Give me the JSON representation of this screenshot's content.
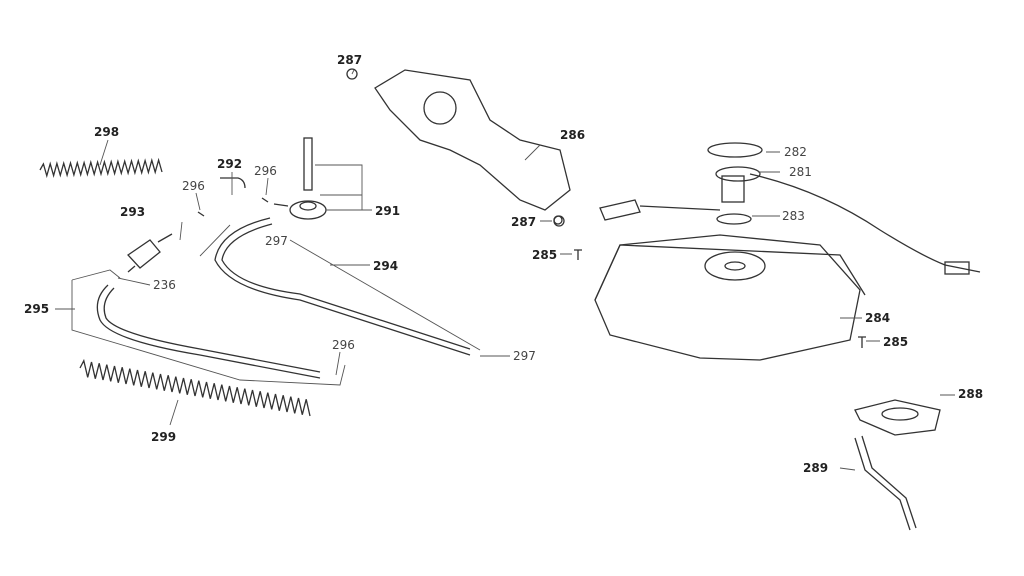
{
  "diagram": {
    "labels": {
      "l287a": "287",
      "l286": "286",
      "l282": "282",
      "l281": "281",
      "l283": "283",
      "l287b": "287",
      "l285a": "285",
      "l284": "284",
      "l285b": "285",
      "l288": "288",
      "l289": "289",
      "l298": "298",
      "l292": "292",
      "l296a": "296",
      "l296b": "296",
      "l293": "293",
      "l291": "291",
      "l297a": "297",
      "l294": "294",
      "l296c": "236",
      "l295": "295",
      "l296d": "296",
      "l297b": "297",
      "l299": "299"
    },
    "line_color": "#333333",
    "background": "#ffffff"
  }
}
